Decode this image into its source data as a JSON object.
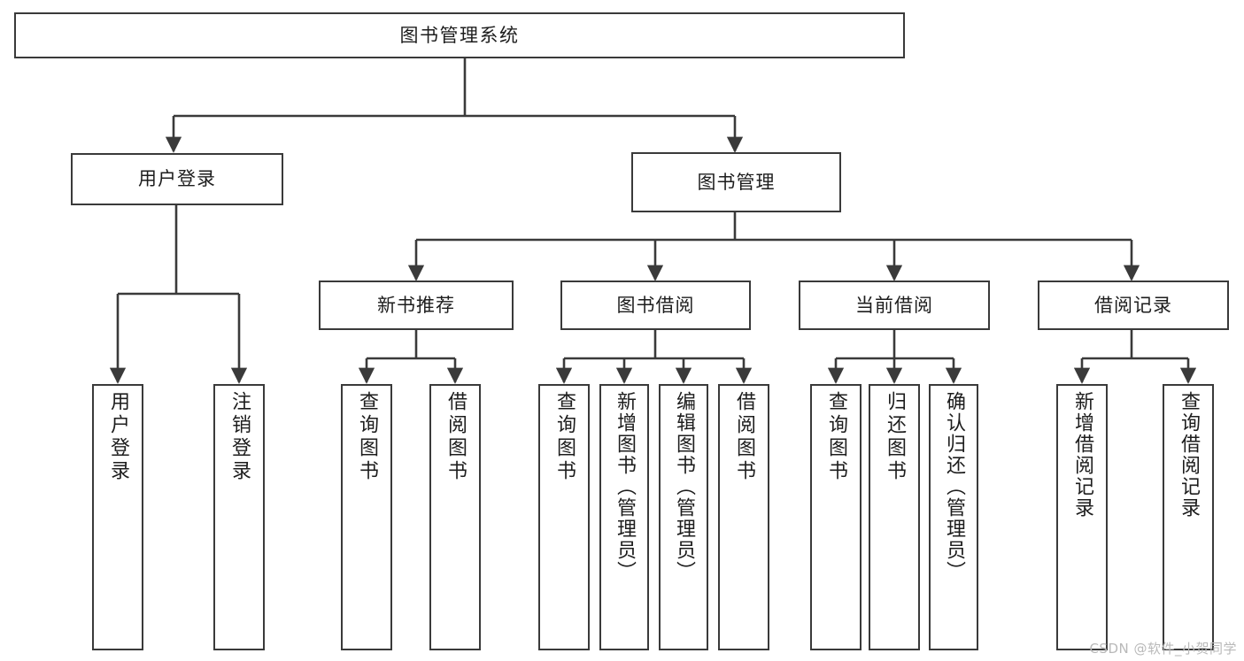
{
  "diagram": {
    "type": "tree",
    "title": "图书管理系统",
    "watermark": "CSDN @软件_小贺同学",
    "colors": {
      "background": "#ffffff",
      "box_border": "#3a3a3a",
      "box_fill": "#ffffff",
      "text": "#1d1d1d",
      "edge": "#3a3a3a",
      "watermark": "#b9b9b9"
    },
    "nodes": {
      "root": {
        "label": "图书管理系统"
      },
      "level2": [
        {
          "label": "用户登录"
        },
        {
          "label": "图书管理"
        }
      ],
      "level3": [
        {
          "label": "新书推荐"
        },
        {
          "label": "图书借阅"
        },
        {
          "label": "当前借阅"
        },
        {
          "label": "借阅记录"
        }
      ],
      "leaves_user_login": [
        {
          "label": "用户登录"
        },
        {
          "label": "注销登录"
        }
      ],
      "leaves_new_book": [
        {
          "label": "查询图书"
        },
        {
          "label": "借阅图书"
        }
      ],
      "leaves_borrow": [
        {
          "label": "查询图书"
        },
        {
          "label": "新增图书（管理员）"
        },
        {
          "label": "编辑图书（管理员）"
        },
        {
          "label": "借阅图书"
        }
      ],
      "leaves_current": [
        {
          "label": "查询图书"
        },
        {
          "label": "归还图书"
        },
        {
          "label": "确认归还（管理员）"
        }
      ],
      "leaves_records": [
        {
          "label": "新增借阅记录"
        },
        {
          "label": "查询借阅记录"
        }
      ]
    }
  }
}
